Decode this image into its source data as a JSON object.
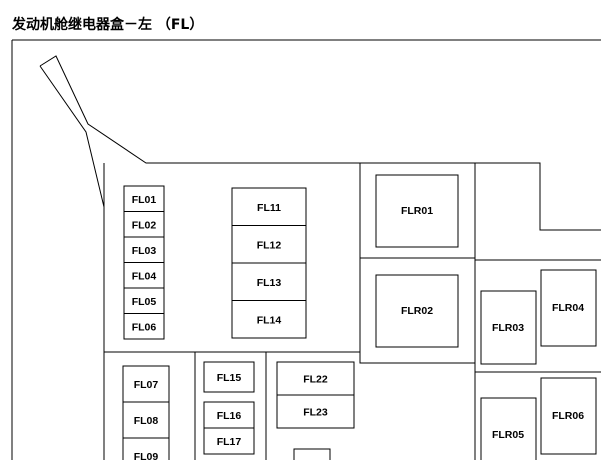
{
  "title": "发动机舱继电器盒－左 （FL）",
  "colors": {
    "line": "#000000",
    "background": "#ffffff"
  },
  "column1": [
    "FL01",
    "FL02",
    "FL03",
    "FL04",
    "FL05",
    "FL06"
  ],
  "column2": [
    "FL11",
    "FL12",
    "FL13",
    "FL14"
  ],
  "column3": [
    "FL07",
    "FL08",
    "FL09"
  ],
  "column4": [
    "FL15",
    "FL16",
    "FL17"
  ],
  "column5": [
    "FL22",
    "FL23"
  ],
  "relays": {
    "FLR01": "FLR01",
    "FLR02": "FLR02",
    "FLR03": "FLR03",
    "FLR04": "FLR04",
    "FLR05": "FLR05",
    "FLR06": "FLR06"
  }
}
